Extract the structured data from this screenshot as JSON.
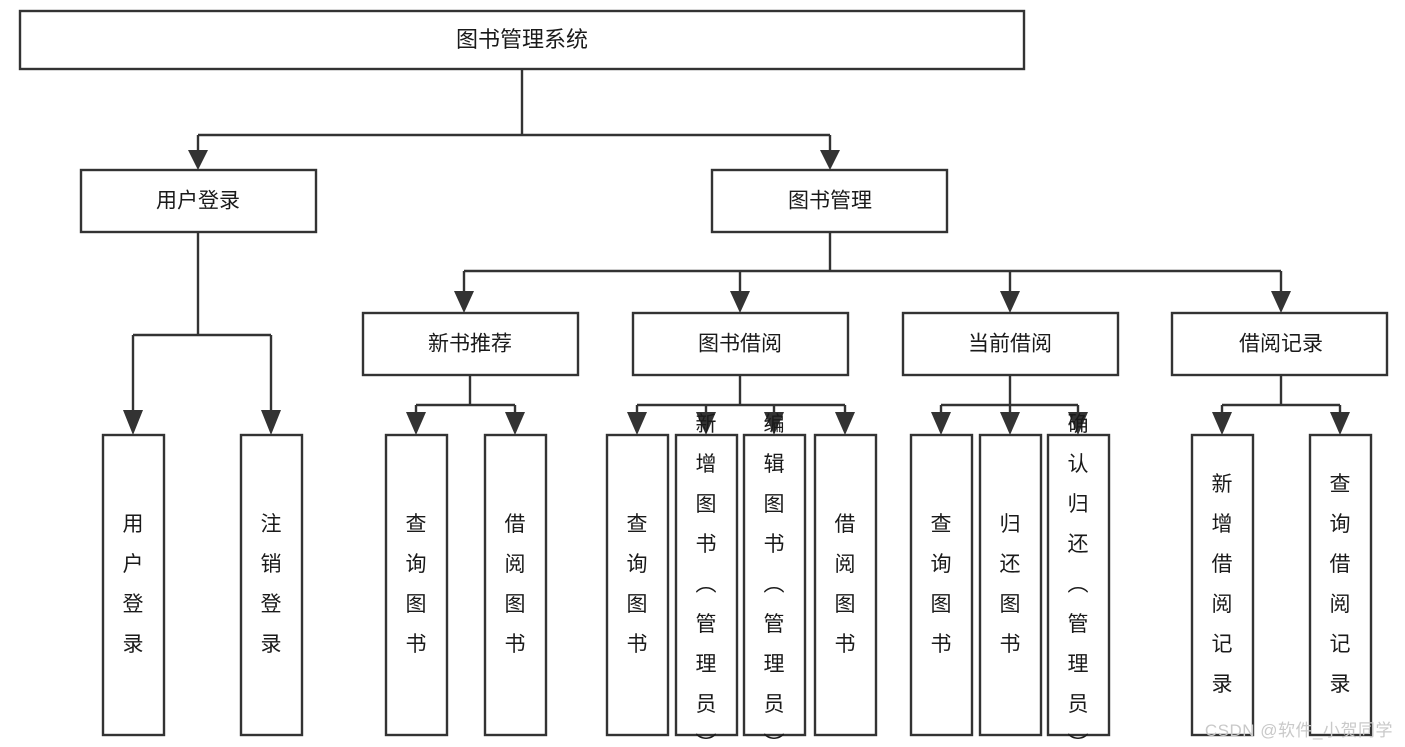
{
  "diagram": {
    "title": "图书管理系统",
    "type": "tree-hierarchy-chart",
    "watermark": "CSDN @软件_小贺同学",
    "colors": {
      "box_stroke": "#333333",
      "box_fill": "#ffffff",
      "text": "#1a1a1a",
      "background": "#ffffff",
      "watermark": "#c9c9c9"
    },
    "root": {
      "label": "图书管理系统"
    },
    "level2": [
      {
        "label": "用户登录"
      },
      {
        "label": "图书管理"
      }
    ],
    "level3": [
      {
        "label": "新书推荐"
      },
      {
        "label": "图书借阅"
      },
      {
        "label": "当前借阅"
      },
      {
        "label": "借阅记录"
      }
    ],
    "leaves": {
      "user_login": [
        {
          "label": "用户登录"
        },
        {
          "label": "注销登录"
        }
      ],
      "new_book_recommend": [
        {
          "label": "查询图书"
        },
        {
          "label": "借阅图书"
        }
      ],
      "book_borrow": [
        {
          "label": "查询图书"
        },
        {
          "label": "新增图书（管理员）"
        },
        {
          "label": "编辑图书（管理员）"
        },
        {
          "label": "借阅图书"
        }
      ],
      "current_borrow": [
        {
          "label": "查询图书"
        },
        {
          "label": "归还图书"
        },
        {
          "label": "确认归还（管理员）"
        }
      ],
      "borrow_records": [
        {
          "label": "新增借阅记录"
        },
        {
          "label": "查询借阅记录"
        }
      ]
    }
  }
}
